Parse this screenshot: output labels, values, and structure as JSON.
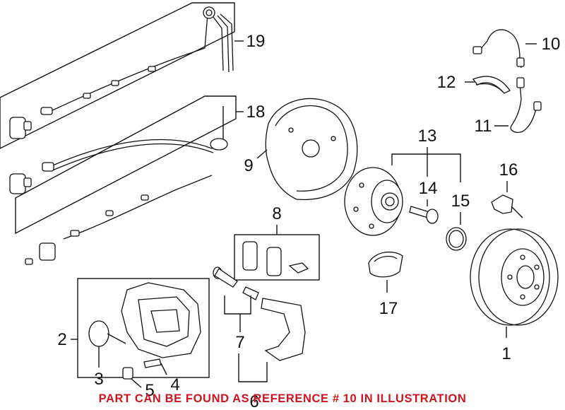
{
  "callouts": {
    "c1": "1",
    "c2": "2",
    "c3": "3",
    "c4": "4",
    "c5": "5",
    "c6": "6",
    "c7": "7",
    "c8": "8",
    "c9": "9",
    "c10": "10",
    "c11": "11",
    "c12": "12",
    "c13": "13",
    "c14": "14",
    "c15": "15",
    "c16": "16",
    "c17": "17",
    "c18": "18",
    "c19": "19"
  },
  "notice": {
    "text": "PART CAN BE FOUND AS REFERENCE # 10 IN ILLUSTRATION",
    "color": "#d0141e"
  }
}
